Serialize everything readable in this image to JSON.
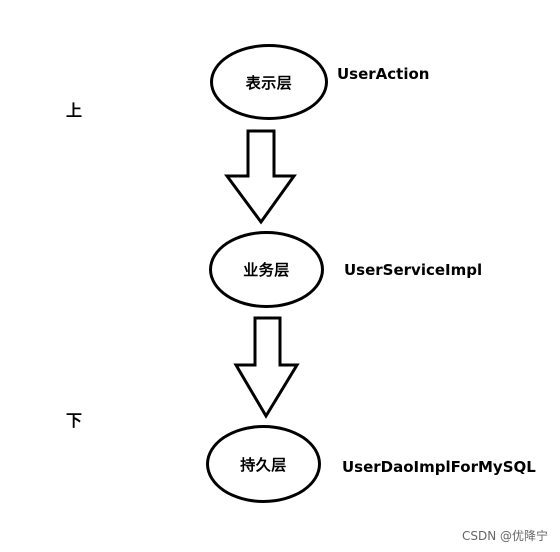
{
  "direction_labels": {
    "top": "上",
    "bottom": "下"
  },
  "layers": [
    {
      "label": "表示层",
      "class_name": "UserAction"
    },
    {
      "label": "业务层",
      "class_name": "UserServiceImpl"
    },
    {
      "label": "持久层",
      "class_name": "UserDaoImplForMySQL"
    }
  ],
  "watermark": "CSDN @优降宁"
}
